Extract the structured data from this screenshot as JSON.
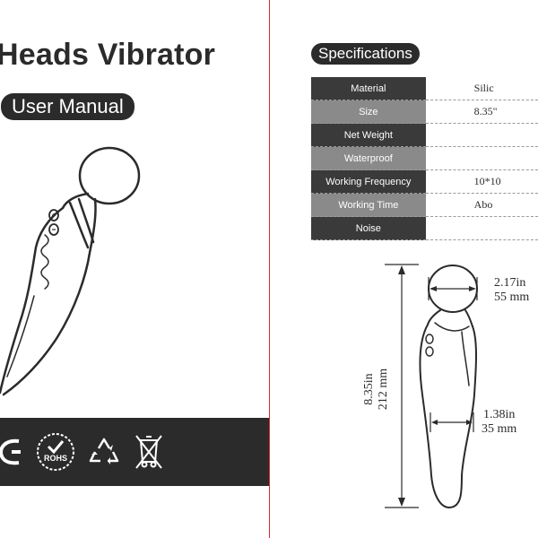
{
  "cover": {
    "title": "Heads Vibrator",
    "subtitle": "User Manual",
    "certifications": [
      {
        "name": "ce-mark-icon",
        "label": "CE"
      },
      {
        "name": "rohs-icon",
        "label": "ROHS"
      },
      {
        "name": "recycle-icon",
        "label": ""
      },
      {
        "name": "weee-icon",
        "label": ""
      }
    ]
  },
  "specs": {
    "heading": "Specifications",
    "rows": [
      {
        "label": "Material",
        "value": "Silic"
      },
      {
        "label": "Size",
        "value": "8.35\""
      },
      {
        "label": "Net Weight",
        "value": ""
      },
      {
        "label": "Waterproof",
        "value": ""
      },
      {
        "label": "Working Frequency",
        "value": "10*10"
      },
      {
        "label": "Working Time",
        "value": "Abo"
      },
      {
        "label": "Noise",
        "value": ""
      }
    ]
  },
  "dimensions": {
    "length_in": "8.35in",
    "length_mm": "212 mm",
    "head_in": "2.17in",
    "head_mm": "55 mm",
    "shaft_in": "1.38in",
    "shaft_mm": "35 mm"
  },
  "colors": {
    "dark": "#2b2b2b",
    "fold": "#e6252b",
    "table_dark": "#3a3a3a",
    "table_light": "#8a8a8a"
  }
}
